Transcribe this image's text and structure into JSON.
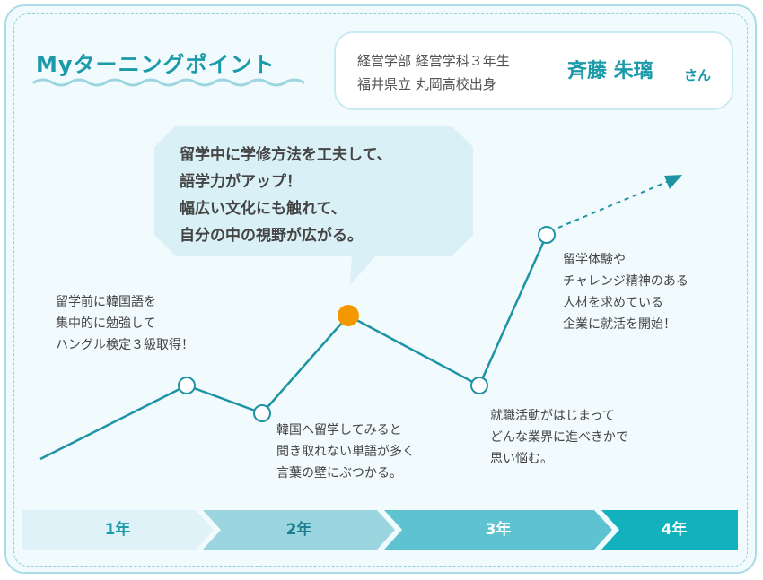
{
  "header": {
    "title": "Myターニングポイント"
  },
  "profile": {
    "line1": "経営学部 経営学科３年生",
    "line2": "福井県立 丸岡高校出身",
    "name": "斉藤 朱璃",
    "honorific": "さん"
  },
  "highlight": {
    "lines": [
      "留学中に学修方法を工夫して、",
      "語学力がアップ！",
      "幅広い文化にも触れて、",
      "自分の中の視野が広がる。"
    ]
  },
  "annotations": [
    {
      "lines": [
        "留学前に韓国語を",
        "集中的に勉強して",
        "ハングル検定３級取得！"
      ]
    },
    {
      "lines": [
        "韓国へ留学してみると",
        "聞き取れない単語が多く",
        "言葉の壁にぶつかる。"
      ]
    },
    {
      "lines": [
        "就職活動がはじまって",
        "どんな業界に進べきかで",
        "思い悩む。"
      ]
    },
    {
      "lines": [
        "留学体験や",
        "チャレンジ精神のある",
        "人材を求めている",
        "企業に就活を開始！"
      ]
    }
  ],
  "timeline": {
    "years": [
      "1年",
      "2年",
      "3年",
      "4年"
    ]
  },
  "colors": {
    "accent": "#1b9aaa",
    "line": "#1e93a3",
    "highlight_point": "#f39800",
    "bubble": "#d9f1f6",
    "year1": "#dff2f7",
    "year2": "#9ad5e0",
    "year3": "#5ec2d0",
    "year4": "#11b1bd"
  }
}
